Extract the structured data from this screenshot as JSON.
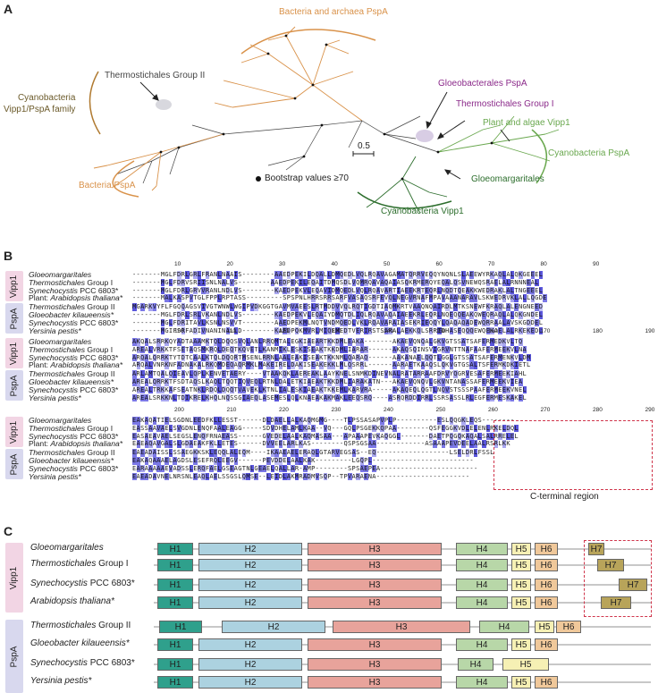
{
  "panels": {
    "a": "A",
    "b": "B",
    "c": "C"
  },
  "tree": {
    "labels": {
      "bact_archaea": "Bacteria and archaea PspA",
      "thermo2": "Thermostichales Group II",
      "cyano_vipp": "Cyanobacteria\nVipp1/PspA family",
      "gloeobact": "Gloeobacterales PspA",
      "thermo1": "Thermostichales Group I",
      "plant": "Plant and algae Vipp1",
      "cyano_pspa": "Cyanobacteria PspA",
      "bact_pspa": "Bacteria PspA",
      "bootstrap": "Bootstrap values ≥70",
      "scale": "0.5",
      "gloeomarg": "Gloeomargaritales",
      "cyano_vipp1": "Cyanobacteria Vipp1"
    },
    "colors": {
      "orange": "#d9924a",
      "purple": "#8b2a8a",
      "green": "#6aa84f",
      "darkgreen": "#2d6e2d",
      "grey": "#555555"
    }
  },
  "msa": {
    "groups": [
      "Vipp1",
      "PspA"
    ],
    "names": [
      {
        "it": "Gloeomargaritales",
        "rom": ""
      },
      {
        "it": "Thermostichales",
        "rom": " Group I"
      },
      {
        "it": "Synechocystis",
        "rom": " PCC 6803*"
      },
      {
        "it": "",
        "rom": "Plant: ",
        "it2": "Arabidopsis thaliana*"
      },
      {
        "it": "Thermostichales",
        "rom": " Group II"
      },
      {
        "it": "Gloeobacter kilaueensis*",
        "rom": ""
      },
      {
        "it": "Synechocystis",
        "rom": " PCC 6803*"
      },
      {
        "it": "Yersinia pestis*",
        "rom": ""
      }
    ],
    "blocks": [
      {
        "ticks": [
          "10",
          "20",
          "30",
          "40",
          "50",
          "60",
          "70",
          "80",
          "90"
        ],
        "rows": [
          "-------MGLFDRLGRLFRANLNAAIS--------AAEDPEKILDQALLDMQEDLVQLRQAVAGAMATQRRVEQQYNQNLSLAEEWYRKAQLALQKGEEEL",
          "-------MGLFDRVSRIISNLNALVS--------AAEDPEKILEQAITDMQSDLVQMRQAVAQAIASQKRMERQYEQALQSVNEWQSRAELALRNNNEAL",
          "-------MGLFDRLGRVVRANLNDLVS--------KAEDPEKVLEQAVIDMQEDLVQLRQAVARTIAEEKRTEQRLNQDTQEAKKWEDRAKLALTNGEEEL",
          "-------MALKASPVTGLFPPLRPTASS---------SPSPNLHRRSRRSARFVASAQSRFEVQLNEGVRNAFMPAVAAANARAVLSKWEDRVKLALLQGDE",
          "MGARKVYFLFGQQAGSVIVGTWNWLWGIPVDKGGTGAVMVAEESLRTMDDVVQLRQTIGDTIAQMKRTVAAQNQAIRDLMTKSNEWFKRAQLALENGNEED",
          "-------MGLFDRLSRLVKANLNDLVS--------KAEDPEKVLEQAIYDMQTDLIQLRQAVAQAIAEEKRLEQRLNQEQQEAKQWEQRAQLALQKGNDEL",
          "-------MGLFDRITAVLKSNLNSVVT--------AAEDPEKMLNQTVNDMQEDLVKLRQAVARAIASEKRIEQQYLQAQAQADEWQRRAALAVSKGDDEL",
          "-------MGIFSRFADIVNANINALLD--------KAEDPQKMVRLMIQEMEDTVERIRSTSARALAEKKQLSRRIDHASEQQQEWQEKAELALRKEKEDL"
        ]
      },
      {
        "ticks": [
          "100",
          "110",
          "120",
          "130",
          "140",
          "150",
          "160",
          "170",
          "180",
          "190"
        ],
        "rows": [
          "AKQALSRRKQYADTAAAMKTQLDQQSVQLANLRRQMTALEGKIAEARTKKDMLEAKA-------AKAEVQNQALGKVGTSSATSAFERMEDKVLTQ",
          "AREALVRKKTFSETAQSMKRQLDEQTKQVETLKANMIKLESKISEAKTKKDMLIARAR------AKAQSQINSVIGRVNTTNAFAAFERMEEKVLNA",
          "ARQALQRRKTYTDTCAALKTQLDQQRTMSENLRRNLAALEAKISEAKTKKNMLQARAQ------AAKANAELQQTLGGLGTSSATSAFERMENKVLDM",
          "ARQALVNRKNFADNAKALRKQMDEQAQRMKLMAKEIRELDAKISEAKEKKLMLQSRRL------AARAETKAAQSLQKVGTGSALTSFERMKDKIETL",
          "ARLAMTQALQIEAVLQPLKENVETAERY----VTAAKQKLAEREAKLAAYKNELSNMKDINEVNALRATARRAAFDRVYQGRVESAFERMEEKIAHL",
          "AREALQRRKTFSDTAQSLKAQLTQQTIQVEQLRTNLDALETKIAEAKTKKDMLIARAKATN---AKAEVQNQVLGKVNTANASSAFERMEEKVIEA",
          "AREALTRKKAFSEATNKLRDQLDQQTVAVEKLKTNLIALESKIAEAKTKKEMLKARVRA-----AKAQEQLQGTLNQVSTSSSPAAFERMEEKVNEL",
          "AREALSRKKNLTDIKRELKHQLNQSSGIAEQLASEMESLQLKNAEAKAKMAKLEEQSRQ----ASRQRDDIRRLSSRSASSLRLEGFERMESKAKEL"
        ]
      },
      {
        "ticks": [
          "200",
          "210",
          "220",
          "230",
          "240",
          "250",
          "260",
          "270",
          "280",
          "290"
        ],
        "rows": [
          "EAKAQATIELSGDNLEEDFKLLESST------DLDAELLALKAQMGMG----TLPSSASAPVPLP----------ESLQQGKLEQS--------",
          "EASSAAVAELSVGDNLENQFAALEAGG-----SDVDHELAMLKAA--VQ---GQLPSGEKKQPAA--------QSFEGGKVDLELENLRKELDQL",
          "EASAEAVAELSEGSLENQFRNAEASS------GVEDELAALKAQMASAA---APAAAPEVKAQGGL-------DAETPQGQKAQALSALRRELEL",
          "EAEAQAVGALSLGDAEAKFKLLETES------DVVEELARLKAS--------QSPSGSAA------------ASAAAPEVDEELAALRSRLKK",
          "EAEADAISSLSSAEGKKSKLEQQLALEQM----IKAAEAELERAQLGTARVEGSAS--EQ------------------LSELDRLFSSL",
          "EAKAQAAAELAGDSLESEFRQLEEGV------PEVDDELAALKAK---------LGQPL-------------------------",
          "EARAAAAAEVADSSLERQFAELGSEAGTNLGEAELQALLAR-AMP--------SPSAEPEA------------------------",
          "EAEADAVNELNRSNLEAQLAELSSGSLQMSE--LEIDLAKMRADMVSQP--TPVARAENA-----------------------"
        ]
      }
    ],
    "cterm_label": "C-terminal region"
  },
  "domains": {
    "groups": [
      "Vipp1",
      "PspA"
    ],
    "rows": [
      {
        "it": "Gloeomargaritales",
        "rom": ""
      },
      {
        "it": "Thermostichales",
        "rom": " Group I"
      },
      {
        "it": "Synechocystis",
        "rom": " PCC 6803*"
      },
      {
        "it": "Arabidopsis thaliana*",
        "rom": ""
      },
      {
        "it": "Thermostichales",
        "rom": " Group II"
      },
      {
        "it": "Gloeobacter kilaueensis*",
        "rom": ""
      },
      {
        "it": "Synechocystis",
        "rom": " PCC 6803*"
      },
      {
        "it": "Yersinia pestis*",
        "rom": ""
      }
    ],
    "helix_labels": [
      "H1",
      "H2",
      "H3",
      "H4",
      "H5",
      "H6",
      "H7"
    ]
  }
}
